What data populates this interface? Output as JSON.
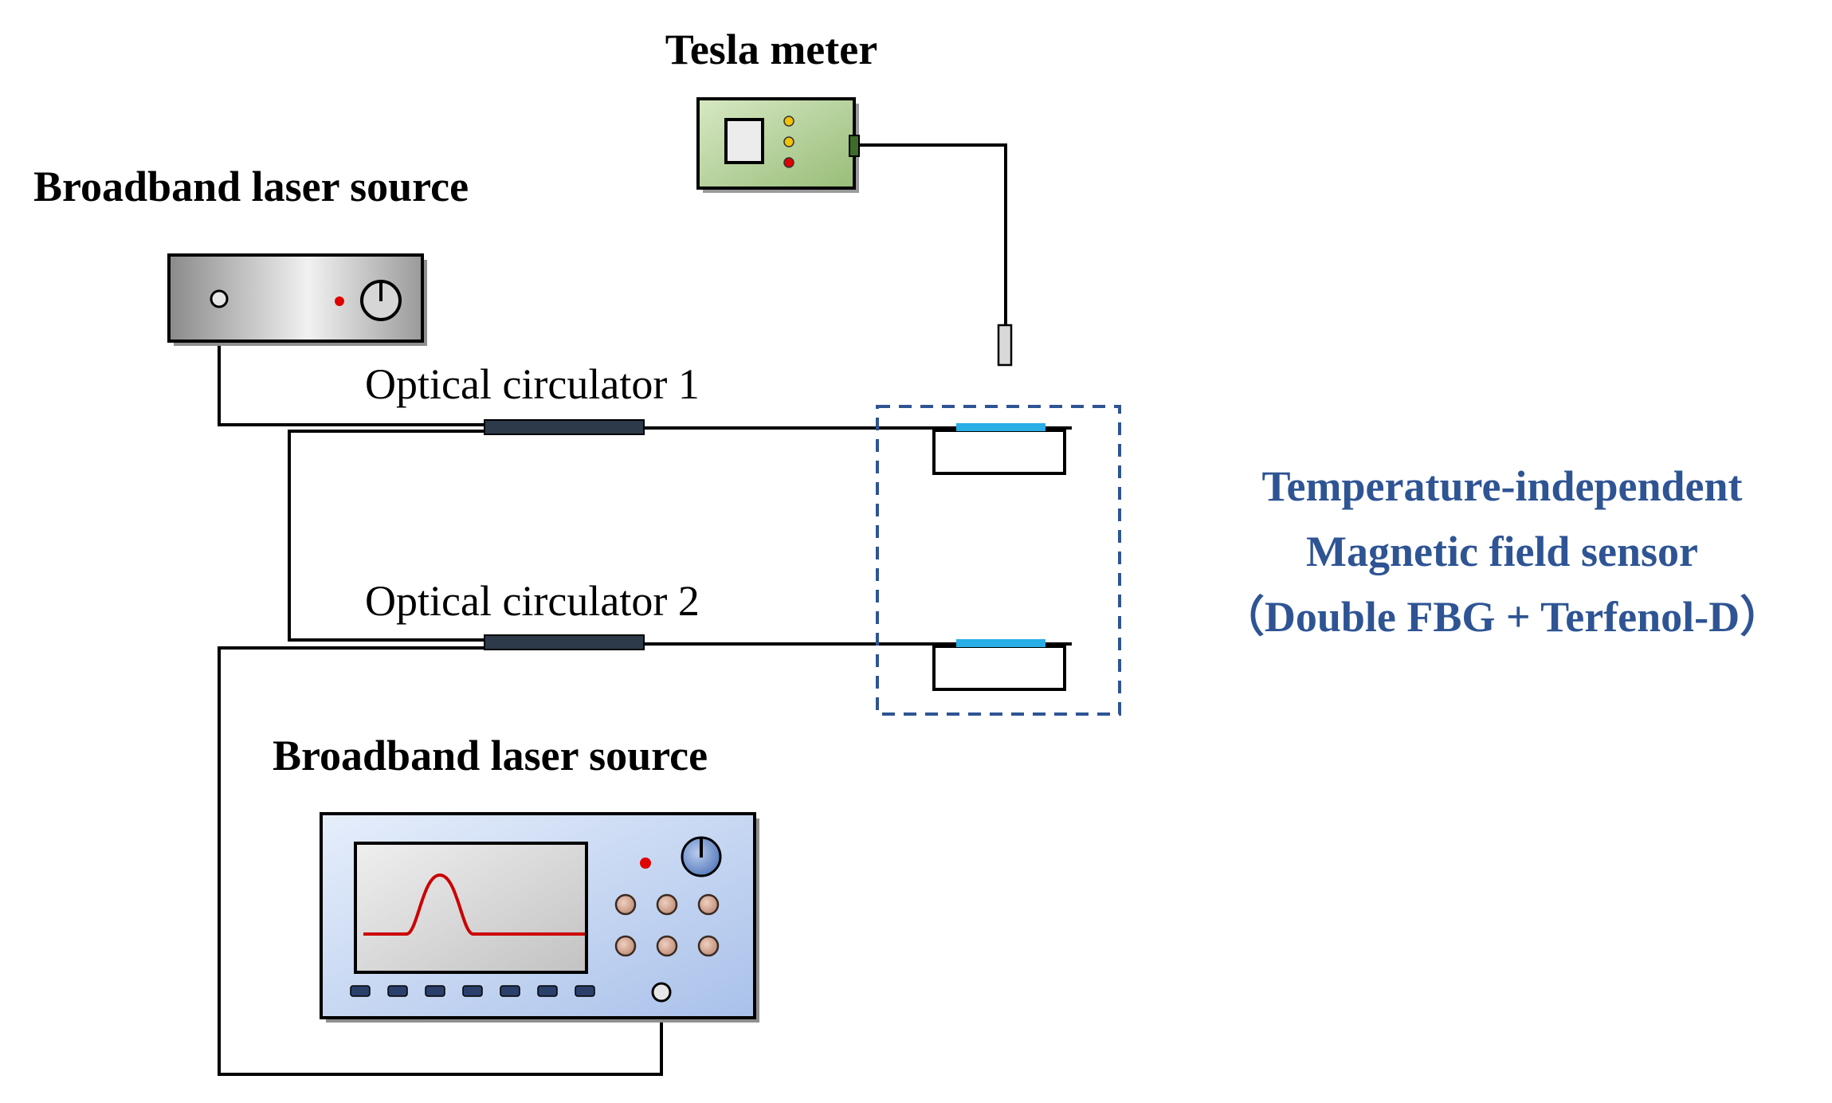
{
  "labels": {
    "tesla_meter": "Tesla meter",
    "source_top": "Broadband laser source",
    "circulator_1": "Optical circulator 1",
    "circulator_2": "Optical circulator 2",
    "source_bottom": "Broadband laser source",
    "sensor_line1": "Temperature-independent",
    "sensor_line2": "Magnetic field sensor",
    "sensor_line3": "（Double FBG + Terfenol-D）"
  },
  "colors": {
    "sensor_text": "#2e5494",
    "sensor_box": "#2e5494",
    "fbg": "#29aee6",
    "tesla_body": "#a9c98e",
    "laser_body": "#b3b3b3",
    "osa_body": "#c9d9f3",
    "osa_screen": "#d0d0d0",
    "spectrum": "#cc0000",
    "led_red": "#e00000",
    "led_yellow": "#f2c200",
    "button_copper": "#cfa08a",
    "key_navy": "#2b3f6b",
    "knob": "#6f8fc7",
    "circulator": "#2d3a4a"
  }
}
